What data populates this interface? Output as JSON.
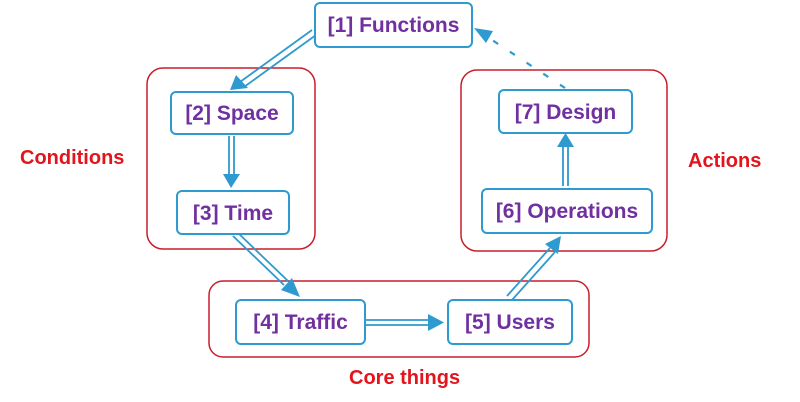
{
  "colors": {
    "node_border": "#2e9ad0",
    "node_text": "#7030a0",
    "group_border": "#c81e2a",
    "group_text": "#e3141b",
    "arrow": "#2e9ad0"
  },
  "nodes": {
    "functions": "[1] Functions",
    "space": "[2] Space",
    "time": "[3] Time",
    "traffic": "[4] Traffic",
    "users": "[5] Users",
    "operations": "[6] Operations",
    "design": "[7] Design"
  },
  "groups": {
    "conditions": "Conditions",
    "actions": "Actions",
    "core_things": "Core things"
  },
  "edges": [
    {
      "from": "[1] Functions",
      "to": "[2] Space",
      "style": "double"
    },
    {
      "from": "[2] Space",
      "to": "[3] Time",
      "style": "double"
    },
    {
      "from": "[3] Time",
      "to": "[4] Traffic",
      "style": "double"
    },
    {
      "from": "[4] Traffic",
      "to": "[5] Users",
      "style": "double"
    },
    {
      "from": "[5] Users",
      "to": "[6] Operations",
      "style": "double"
    },
    {
      "from": "[6] Operations",
      "to": "[7] Design",
      "style": "double"
    },
    {
      "from": "[7] Design",
      "to": "[1] Functions",
      "style": "dashed"
    }
  ]
}
